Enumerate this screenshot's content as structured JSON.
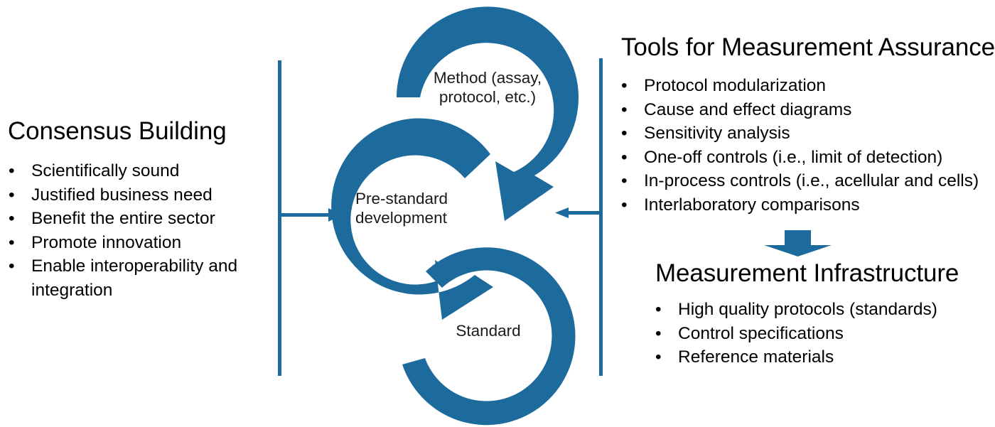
{
  "theme": {
    "accent_blue": "#1d6a9c",
    "text_black": "#000000",
    "background": "#ffffff"
  },
  "left_panel": {
    "heading": "Consensus Building",
    "bullets": [
      "Scientifically sound",
      "Justified business need",
      "Benefit the entire sector",
      "Promote innovation",
      "Enable interoperability and integration"
    ]
  },
  "right_panel_top": {
    "heading": "Tools for Measurement Assurance",
    "bullets": [
      "Protocol modularization",
      "Cause and effect diagrams",
      "Sensitivity analysis",
      "One-off controls (i.e., limit of detection)",
      "In-process controls (i.e., acellular and cells)",
      "Interlaboratory comparisons"
    ]
  },
  "right_panel_bottom": {
    "heading": "Measurement Infrastructure",
    "bullets": [
      "High quality protocols (standards)",
      "Control specifications",
      "Reference materials"
    ]
  },
  "cycle": {
    "stages": [
      {
        "id": "method",
        "label": "Method (assay,\nprotocol, etc.)"
      },
      {
        "id": "prestandard",
        "label": "Pre-standard\ndevelopment"
      },
      {
        "id": "standard",
        "label": "Standard"
      }
    ]
  },
  "connectors": {
    "left_arrow": "arrow-right-into-cycle",
    "right_arrow": "arrow-left-into-cycle",
    "down_arrow": "arrow-down-to-infrastructure"
  },
  "bullet_glyph": "•"
}
